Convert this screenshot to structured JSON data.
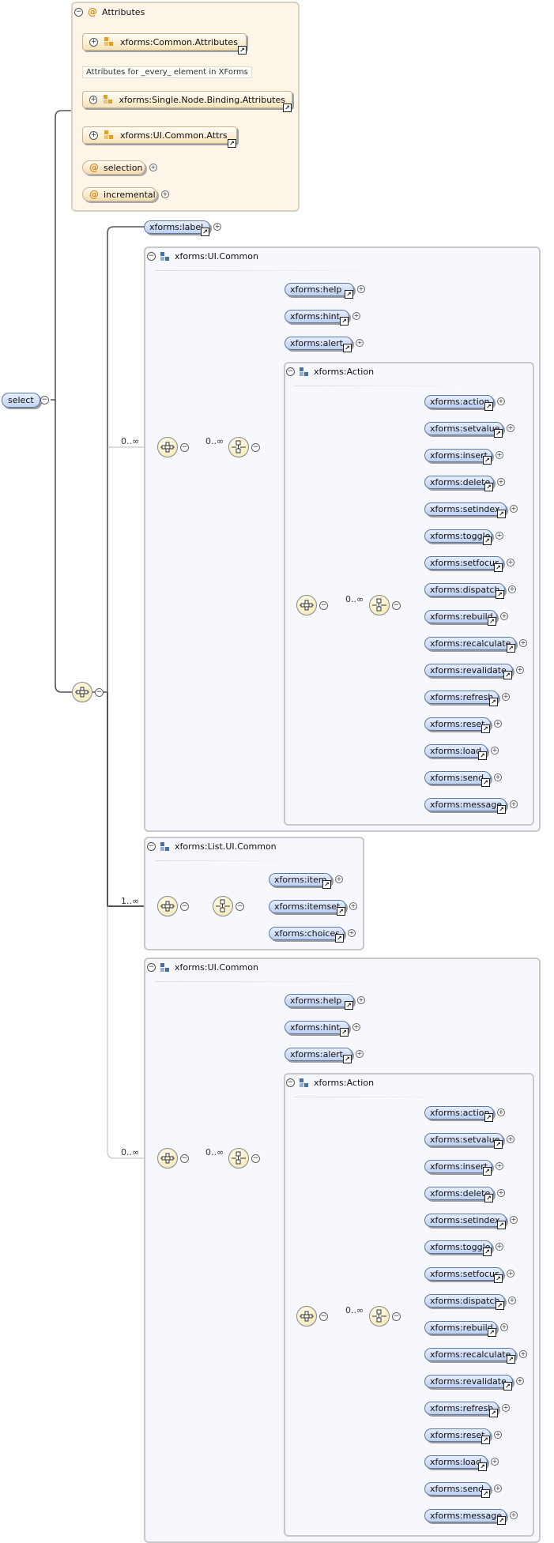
{
  "root": {
    "label": "select"
  },
  "attributes": {
    "title": "Attributes",
    "groups": [
      {
        "label": "xforms:Common.Attributes"
      },
      {
        "label": "xforms:Single.Node.Binding.Attributes"
      },
      {
        "label": "xforms:UI.Common.Attrs"
      }
    ],
    "note": "Attributes for _every_ element in XForms",
    "attrs": [
      {
        "label": "selection"
      },
      {
        "label": "incremental"
      }
    ]
  },
  "label_element": "xforms:label",
  "cardinalities": {
    "outer": "0..∞",
    "inner": "0..∞",
    "one_plus": "1..∞"
  },
  "ui_common": {
    "title": "xforms:UI.Common",
    "elements": [
      "xforms:help",
      "xforms:hint",
      "xforms:alert"
    ],
    "action": {
      "title": "xforms:Action",
      "elements": [
        "xforms:action",
        "xforms:setvalue",
        "xforms:insert",
        "xforms:delete",
        "xforms:setindex",
        "xforms:toggle",
        "xforms:setfocus",
        "xforms:dispatch",
        "xforms:rebuild",
        "xforms:recalculate",
        "xforms:revalidate",
        "xforms:refresh",
        "xforms:reset",
        "xforms:load",
        "xforms:send",
        "xforms:message"
      ]
    }
  },
  "list_ui": {
    "title": "xforms:List.UI.Common",
    "elements": [
      "xforms:item",
      "xforms:itemset",
      "xforms:choices"
    ]
  }
}
